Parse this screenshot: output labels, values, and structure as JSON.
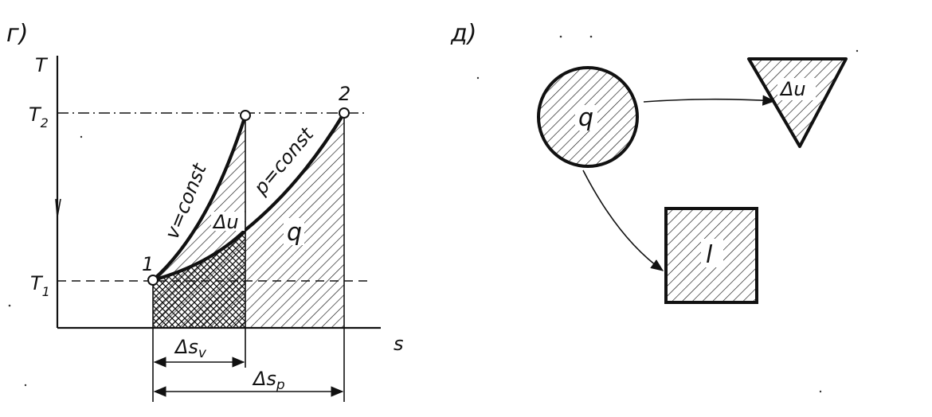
{
  "panels": {
    "left": {
      "panel_label": "г)",
      "axes": {
        "y_label": "T",
        "x_label": "s"
      },
      "ticks": {
        "t2": "T",
        "t2_sub": "2",
        "t1": "T",
        "t1_sub": "1"
      },
      "points": {
        "start": "1",
        "end_p": "2"
      },
      "curves": {
        "v_const": "v=const",
        "p_const": "p=const"
      },
      "regions": {
        "delta_u": "Δu",
        "q": "q"
      },
      "dimensions": {
        "ds_v": "Δs",
        "ds_v_sub": "v",
        "ds_p": "Δs",
        "ds_p_sub": "p"
      }
    },
    "right": {
      "panel_label": "д)",
      "shapes": {
        "circle": "q",
        "triangle": "Δu",
        "square": "l"
      }
    }
  }
}
